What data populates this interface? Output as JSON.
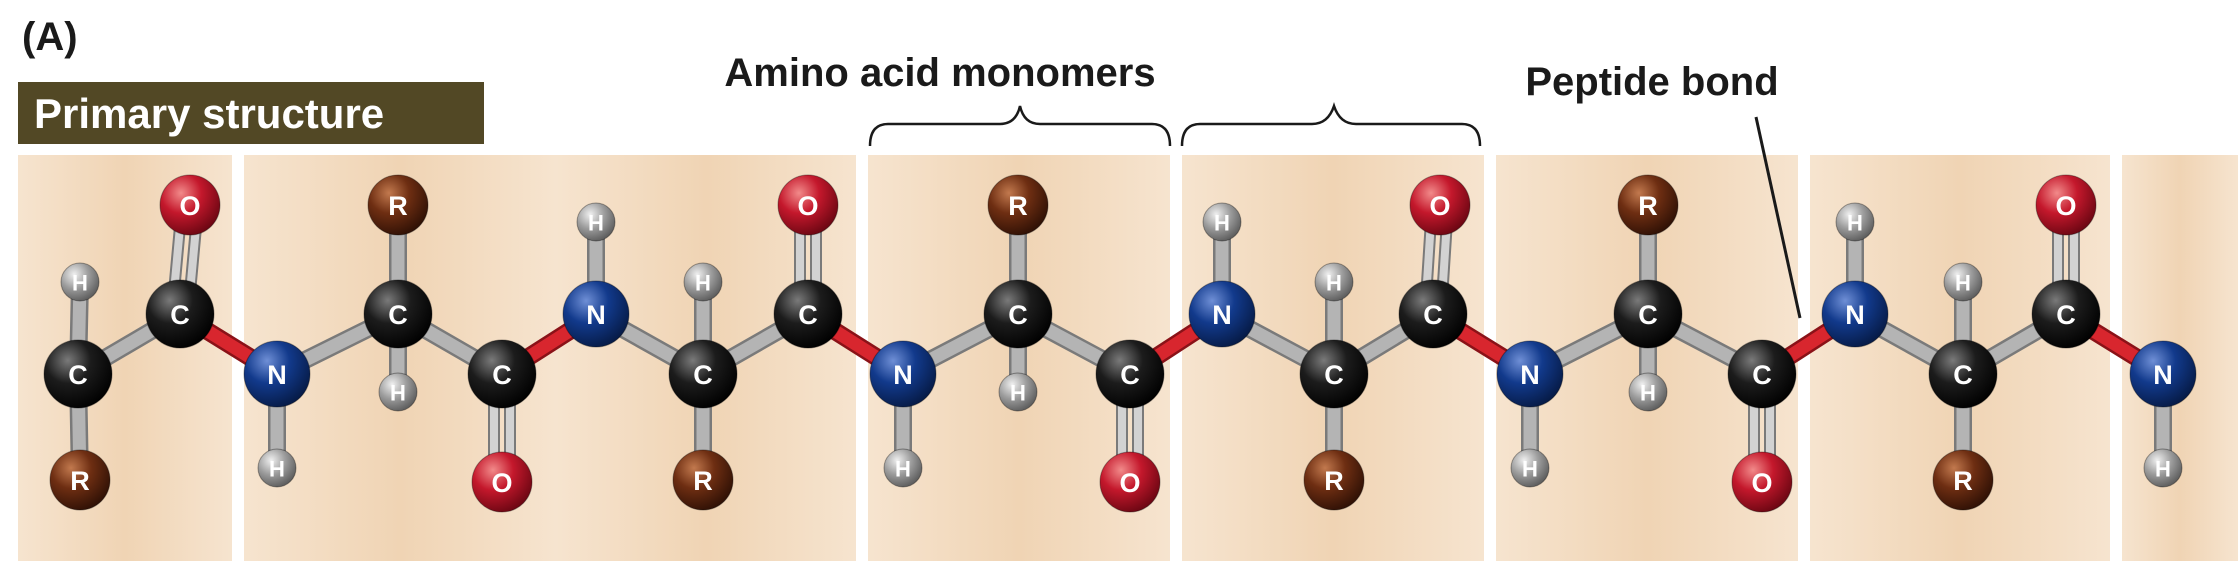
{
  "panel_label": "(A)",
  "title_badge": "Primary structure",
  "callouts": {
    "monomers": "Amino acid monomers",
    "peptide_bond": "Peptide bond"
  },
  "colors": {
    "carbon": "#1c1c1c",
    "nitrogen": "#123a8c",
    "oxygen": "#c4182c",
    "hydrogen": "#8e8e8e",
    "r_group": "#6e2e12",
    "peptide_bond": "#d8262e",
    "single_bond": "#b4b4b4",
    "panel_band": "#f3dcc2",
    "badge": "#524825"
  },
  "atom_symbols": {
    "C": "C",
    "N": "N",
    "O": "O",
    "H": "H",
    "R": "R"
  }
}
